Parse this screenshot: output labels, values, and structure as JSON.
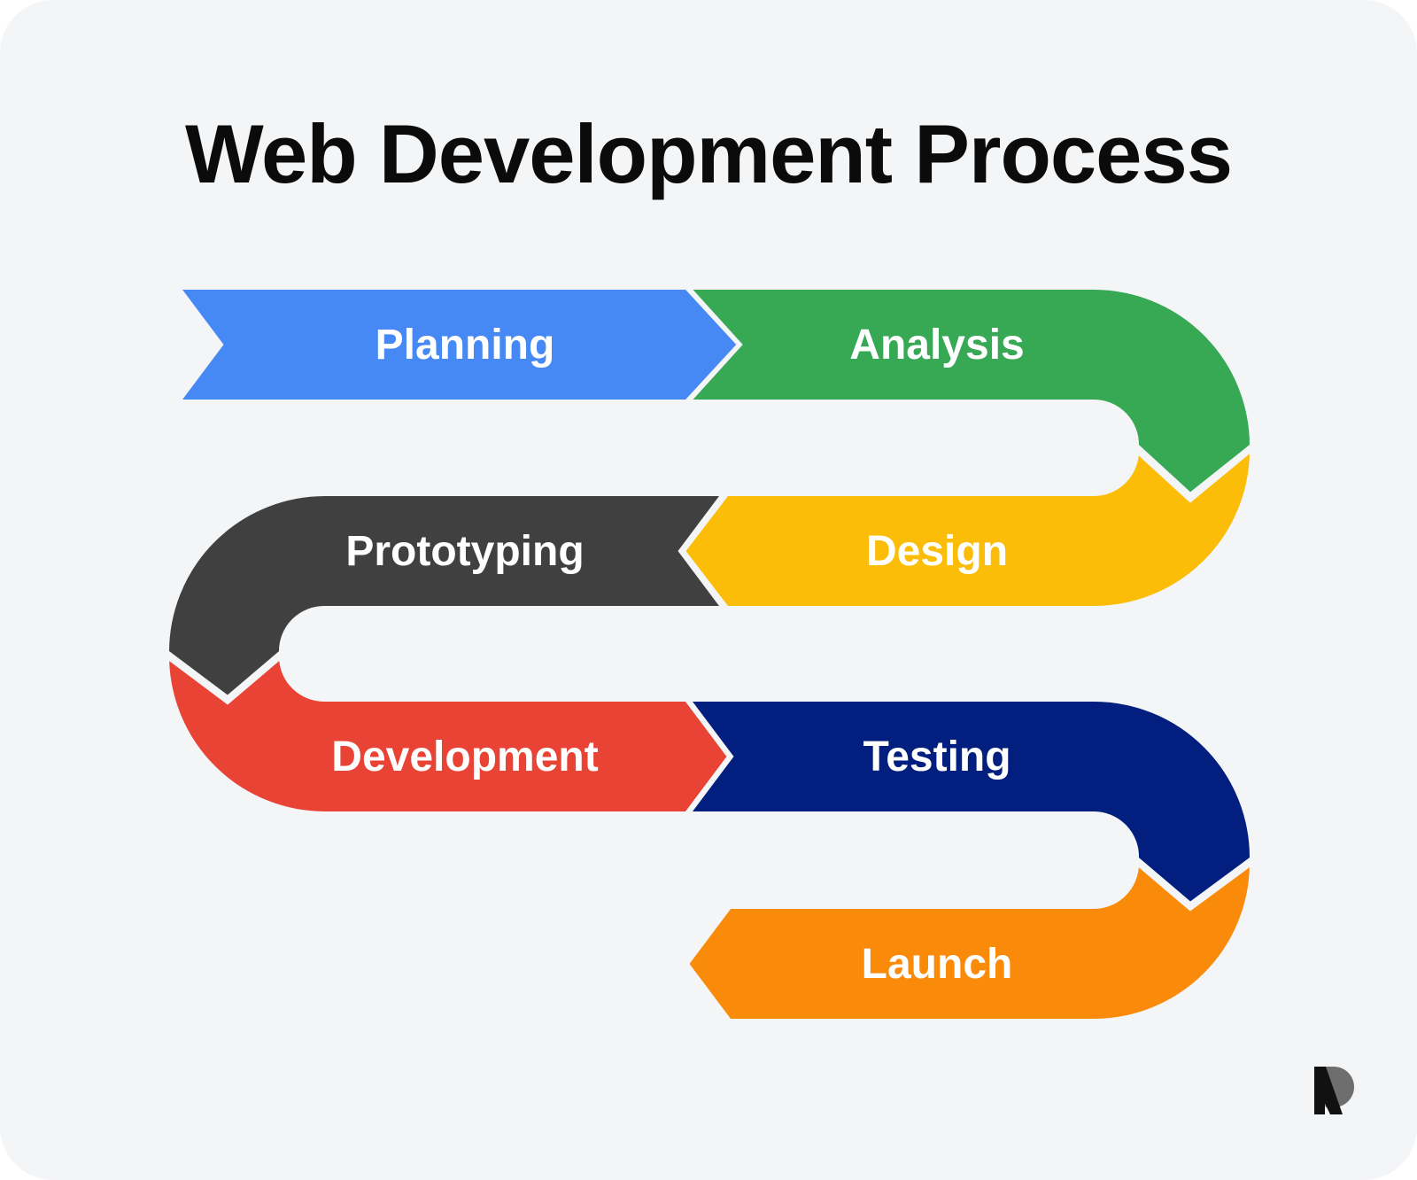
{
  "title": "Web Development Process",
  "steps": [
    {
      "label": "Planning",
      "color": "#4688f4"
    },
    {
      "label": "Analysis",
      "color": "#37a854"
    },
    {
      "label": "Design",
      "color": "#fbbd08"
    },
    {
      "label": "Prototyping",
      "color": "#404040"
    },
    {
      "label": "Development",
      "color": "#e94335"
    },
    {
      "label": "Testing",
      "color": "#021e7e"
    },
    {
      "label": "Launch",
      "color": "#fa8a0a"
    }
  ],
  "logo": {
    "icon": "brand-r-logo-icon"
  }
}
